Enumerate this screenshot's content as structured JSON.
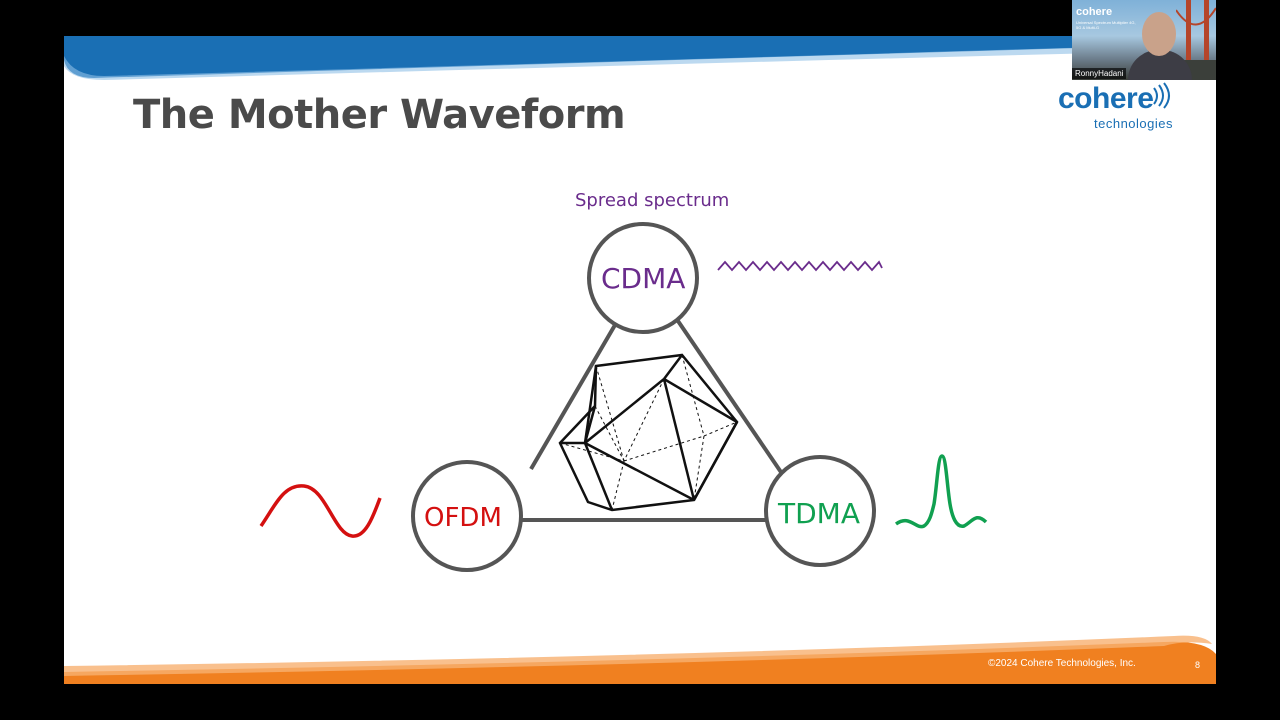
{
  "slide": {
    "title": "The Mother Waveform",
    "logo": {
      "word": "cohere",
      "sub": "technologies"
    },
    "footer": "©2024 Cohere Technologies, Inc.",
    "page_number": "8",
    "colors": {
      "blue_band": "#1a6fb4",
      "orange_band": "#f08020",
      "title": "#4a4a4a"
    }
  },
  "diagram": {
    "caption": "Spread spectrum",
    "nodes": [
      {
        "id": "cdma",
        "label": "CDMA",
        "color": "#6a2c8c"
      },
      {
        "id": "ofdm",
        "label": "OFDM",
        "color": "#d41010"
      },
      {
        "id": "tdma",
        "label": "TDMA",
        "color": "#10a050"
      }
    ],
    "center_icon": "icosahedron-icon",
    "waveform_icons": [
      "zigzag-wave-icon",
      "sine-wave-icon",
      "pulse-wave-icon"
    ]
  },
  "video": {
    "brand": "cohere",
    "tagline": "Universal Spectrum Multiplier 4G, 5G & Multi-G",
    "participant_name": "RonnyHadani"
  }
}
